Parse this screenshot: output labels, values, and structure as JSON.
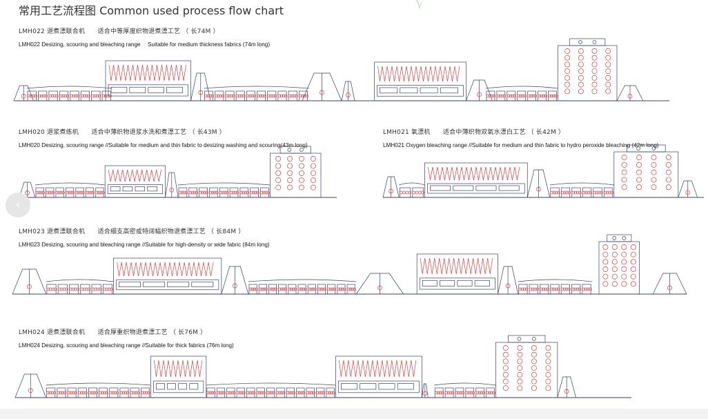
{
  "page": {
    "title": "常用工艺流程图 Common used process flow chart"
  },
  "colors": {
    "line": "#3a3f6b",
    "accent": "#e23a3a",
    "nav_bg": "#e6e6e6",
    "footer_bg": "#f3f3f3"
  },
  "icons": {
    "prev": "chevron-left-icon",
    "leaf": "leaf-icon"
  },
  "lines": [
    {
      "code_zh": "LMH022 退煮漂联合机　　适合中等厚度织物退煮漂工艺 （ 长74M ）",
      "code_en": "LMH022 Desizing, scouring and bleaching range　 Suitable for medium thickness fabrics (74m long)"
    },
    {
      "code_zh": "LMH020 退浆煮练机　　适合中薄织物退浆水洗和煮漂工艺 （ 长43M ）",
      "code_en": "LMH020 Desizing, scouring range //Suitable for medium and thin fabric to desizing washing and scouring(43m long)"
    },
    {
      "code_zh": "LMH021 氧漂机　　适合中薄织物双氧水漂白工艺 （ 长42M ）",
      "code_en": "LMH021 Oxygen bleaching range //Suitable for medium and thin fabric to hydro peroxide bleaching (42m long)"
    },
    {
      "code_zh": "LMH023 退煮漂联合机　　适合细支高密或特阔幅织物退煮漂工艺 （ 长84M ）",
      "code_en": "LMH023 Desizing, scouring and bleaching range //Suitable for high-density or wide fabric (84m long)"
    },
    {
      "code_zh": "LMH024 退煮漂联合机　　适合厚重织物退煮漂工艺 （ 长76M ）",
      "code_en": "LMH024 Desizing, scouring and bleaching range //Suitable for thick fabrics (76m long)"
    }
  ]
}
